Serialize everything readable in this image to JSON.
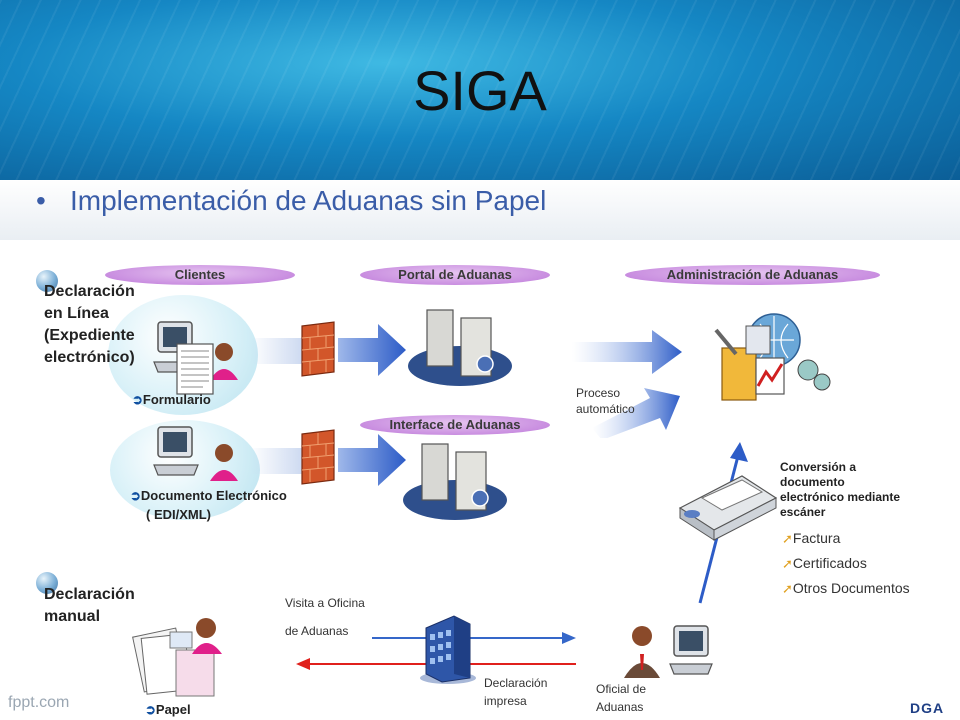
{
  "header": {
    "title": "SIGA"
  },
  "bullet_symbol": "•",
  "subtitle": "Implementación de Aduanas sin Papel",
  "pills": {
    "clientes": "Clientes",
    "portal": "Portal de Aduanas",
    "administracion": "Administración de Aduanas",
    "interface": "Interface de Aduanas"
  },
  "online": {
    "line1": "Declaración",
    "line2": "en Línea",
    "line3": "(Expediente",
    "line4": "electrónico)",
    "formulario": "Formulario",
    "documento": "Documento Electrónico",
    "edi": "( EDI/XML)"
  },
  "proceso": {
    "line1": "Proceso",
    "line2": "automático"
  },
  "conversion": {
    "line1": "Conversión a",
    "line2": "documento",
    "line3": "electrónico mediante",
    "line4": "escáner",
    "items": [
      "Factura",
      "Certificados",
      "Otros Documentos"
    ]
  },
  "manual": {
    "line1": "Declaración",
    "line2": "manual",
    "papel": "Papel",
    "visita1": "Visita a Oficina",
    "visita2": "de Aduanas",
    "impresa1": "Declaración",
    "impresa2": "impresa",
    "oficial1": "Oficial de",
    "oficial2": "Aduanas"
  },
  "footer": {
    "left": "fppt.com",
    "logo": "DGA"
  },
  "icons": [
    "firewall-icon",
    "server-icon",
    "computer-icon",
    "person-icon",
    "scanner-icon",
    "building-icon",
    "document-icon",
    "admin-tools-icon"
  ],
  "colors": {
    "pill": "#c98ee0",
    "arrow_blue": "#3567c9",
    "arrow_red": "#e0201c",
    "title_text": "#3a5da8"
  }
}
